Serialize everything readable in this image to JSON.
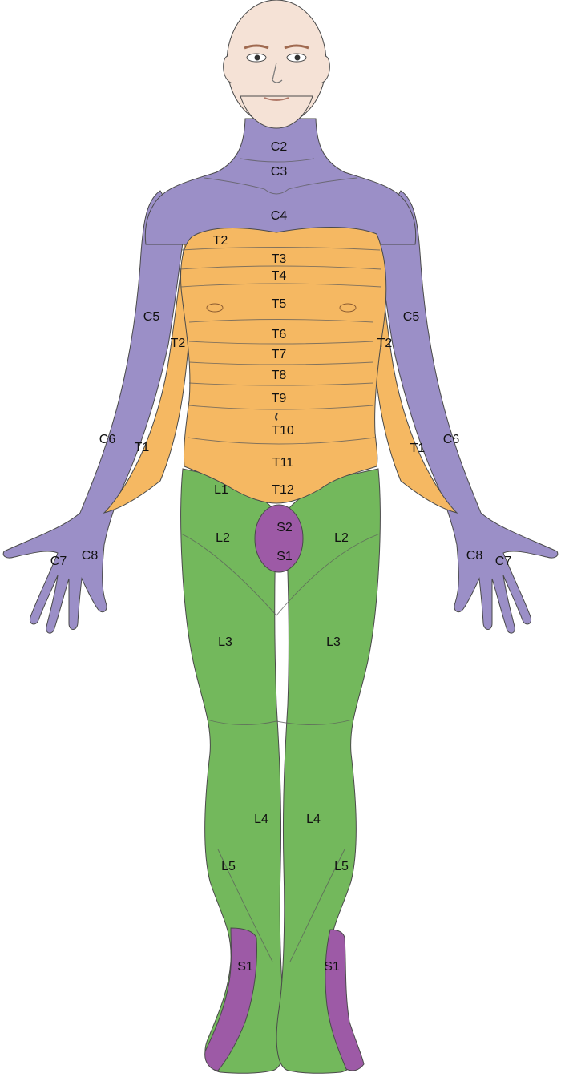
{
  "colors": {
    "cervical": "#9b8fc7",
    "thoracic": "#f5b862",
    "lumbar": "#73b85c",
    "sacral": "#9d5aa6",
    "skin": "#f5e2d6",
    "outline": "#4a4a4a"
  },
  "labels": {
    "neck_c2": "C2",
    "neck_c3": "C3",
    "shoulder_c4": "C4",
    "chest_t2": "T2",
    "chest_t3": "T3",
    "chest_t4": "T4",
    "chest_t5": "T5",
    "abdomen_t6": "T6",
    "abdomen_t7": "T7",
    "abdomen_t8": "T8",
    "abdomen_t9": "T9",
    "abdomen_t10": "T10",
    "abdomen_t11": "T11",
    "abdomen_t12": "T12",
    "right_arm_c5": "C5",
    "left_arm_c5": "C5",
    "right_arm_t2": "T2",
    "left_arm_t2": "T2",
    "right_forearm_c6": "C6",
    "left_forearm_c6": "C6",
    "right_forearm_t1": "T1",
    "left_forearm_t1": "T1",
    "right_hand_c7": "C7",
    "right_hand_c8": "C8",
    "left_hand_c8": "C8",
    "left_hand_c7": "C7",
    "groin_l1": "L1",
    "right_thigh_l2": "L2",
    "left_thigh_l2": "L2",
    "genital_s2": "S2",
    "genital_s1": "S1",
    "right_thigh_l3": "L3",
    "left_thigh_l3": "L3",
    "right_leg_l4": "L4",
    "left_leg_l4": "L4",
    "right_leg_l5": "L5",
    "left_leg_l5": "L5",
    "right_foot_s1": "S1",
    "left_foot_s1": "S1"
  }
}
